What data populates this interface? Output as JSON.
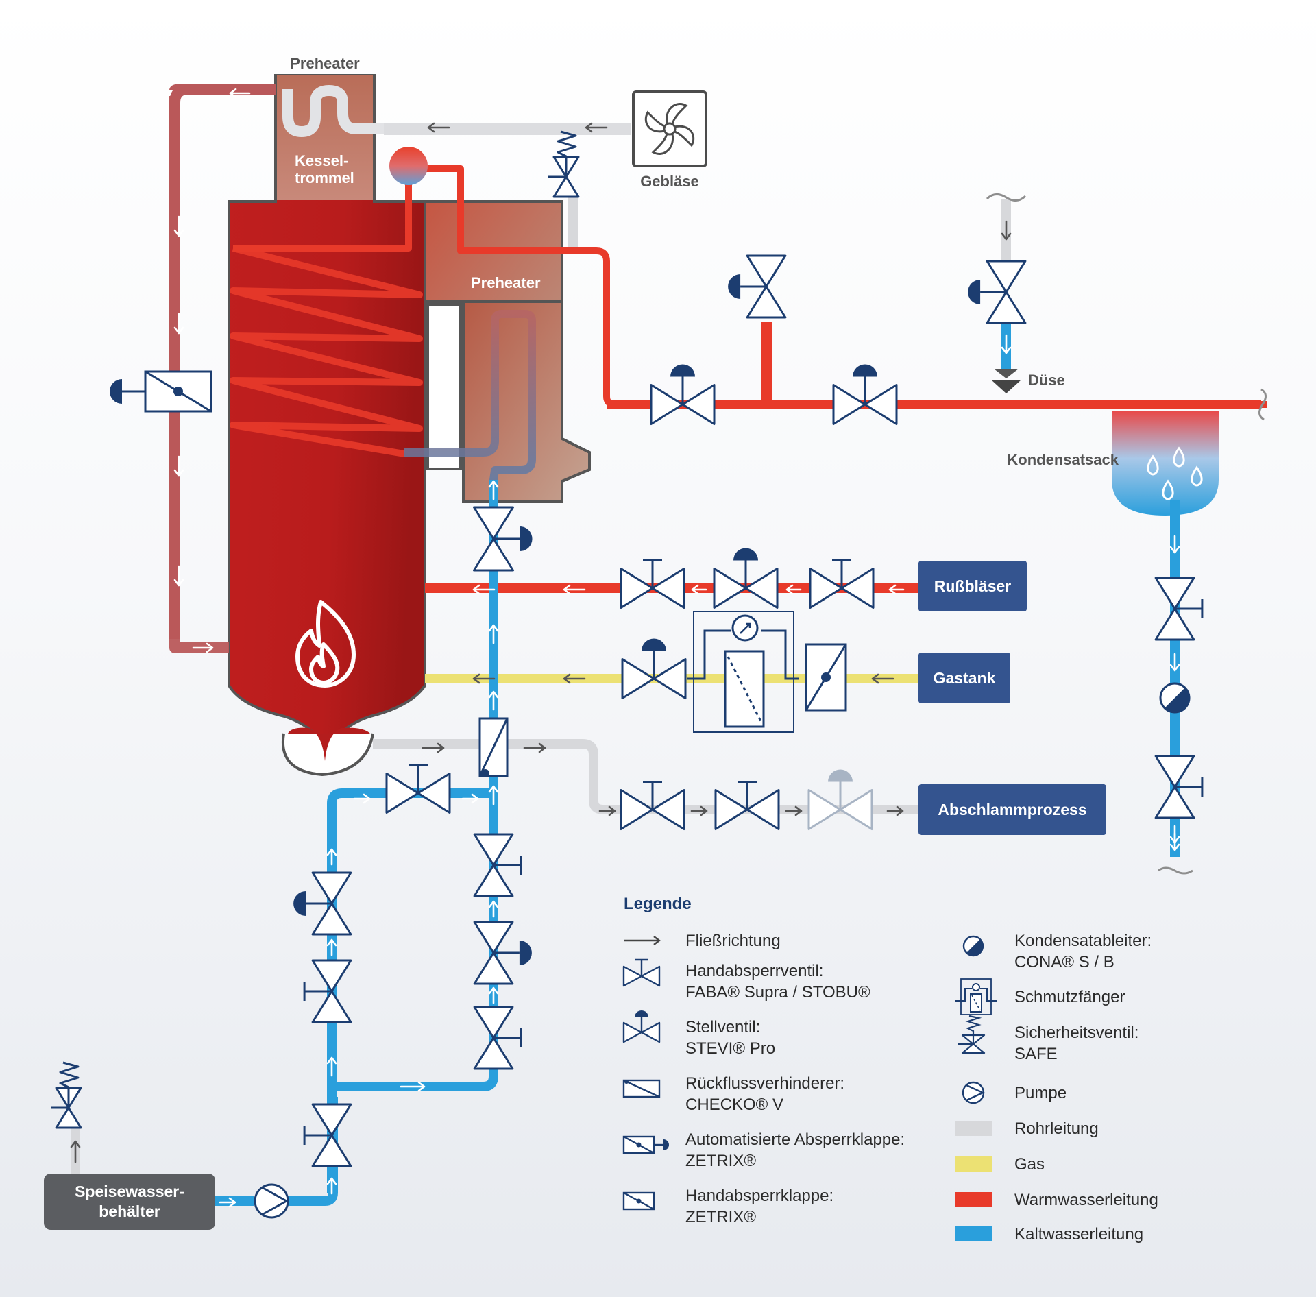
{
  "labels": {
    "preheater_top": "Preheater",
    "kesseltrommel_1": "Kessel-",
    "kesseltrommel_2": "trommel",
    "preheater_inner": "Preheater",
    "geblaese": "Gebläse",
    "duese": "Düse",
    "kondensatsack": "Kondensatsack",
    "russblaeser": "Rußbläser",
    "gastank": "Gastank",
    "abschlamm": "Abschlammprozess",
    "speise_1": "Speisewasser-",
    "speise_2": "behälter"
  },
  "legend": {
    "title": "Legende",
    "left": [
      {
        "icon": "flow-arrow-icon",
        "line1": "Fließrichtung",
        "line2": ""
      },
      {
        "icon": "hand-valve-icon",
        "line1": "Handabsperrventil:",
        "line2": "FABA® Supra / STOBU®"
      },
      {
        "icon": "control-valve-icon",
        "line1": "Stellventil:",
        "line2": "STEVI® Pro"
      },
      {
        "icon": "check-valve-icon",
        "line1": "Rückflussverhinderer:",
        "line2": "CHECKO® V"
      },
      {
        "icon": "automated-butterfly-icon",
        "line1": "Automatisierte Absperrklappe:",
        "line2": "ZETRIX®"
      },
      {
        "icon": "manual-butterfly-icon",
        "line1": "Handabsperrklappe:",
        "line2": "ZETRIX®"
      }
    ],
    "right": [
      {
        "icon": "steam-trap-icon",
        "line1": "Kondensatableiter:",
        "line2": "CONA® S / B"
      },
      {
        "icon": "strainer-icon",
        "line1": "Schmutzfänger",
        "line2": ""
      },
      {
        "icon": "safety-valve-icon",
        "line1": "Sicherheitsventil:",
        "line2": "SAFE"
      },
      {
        "icon": "pump-icon",
        "line1": "Pumpe",
        "line2": ""
      },
      {
        "icon": "pipe-gray-swatch",
        "line1": "Rohrleitung",
        "line2": ""
      },
      {
        "icon": "gas-swatch",
        "line1": "Gas",
        "line2": ""
      },
      {
        "icon": "hot-water-swatch",
        "line1": "Warmwasserleitung",
        "line2": ""
      },
      {
        "icon": "cold-water-swatch",
        "line1": "Kaltwasserleitung",
        "line2": ""
      }
    ]
  },
  "colors": {
    "navy": "#1c3d70",
    "hot": "#e52a20",
    "cold": "#2a9fdc",
    "gas": "#ece173",
    "pipe": "#d0d3d7",
    "boiler": "#b92222",
    "box": "#34548f",
    "speise": "#5b5d61"
  }
}
